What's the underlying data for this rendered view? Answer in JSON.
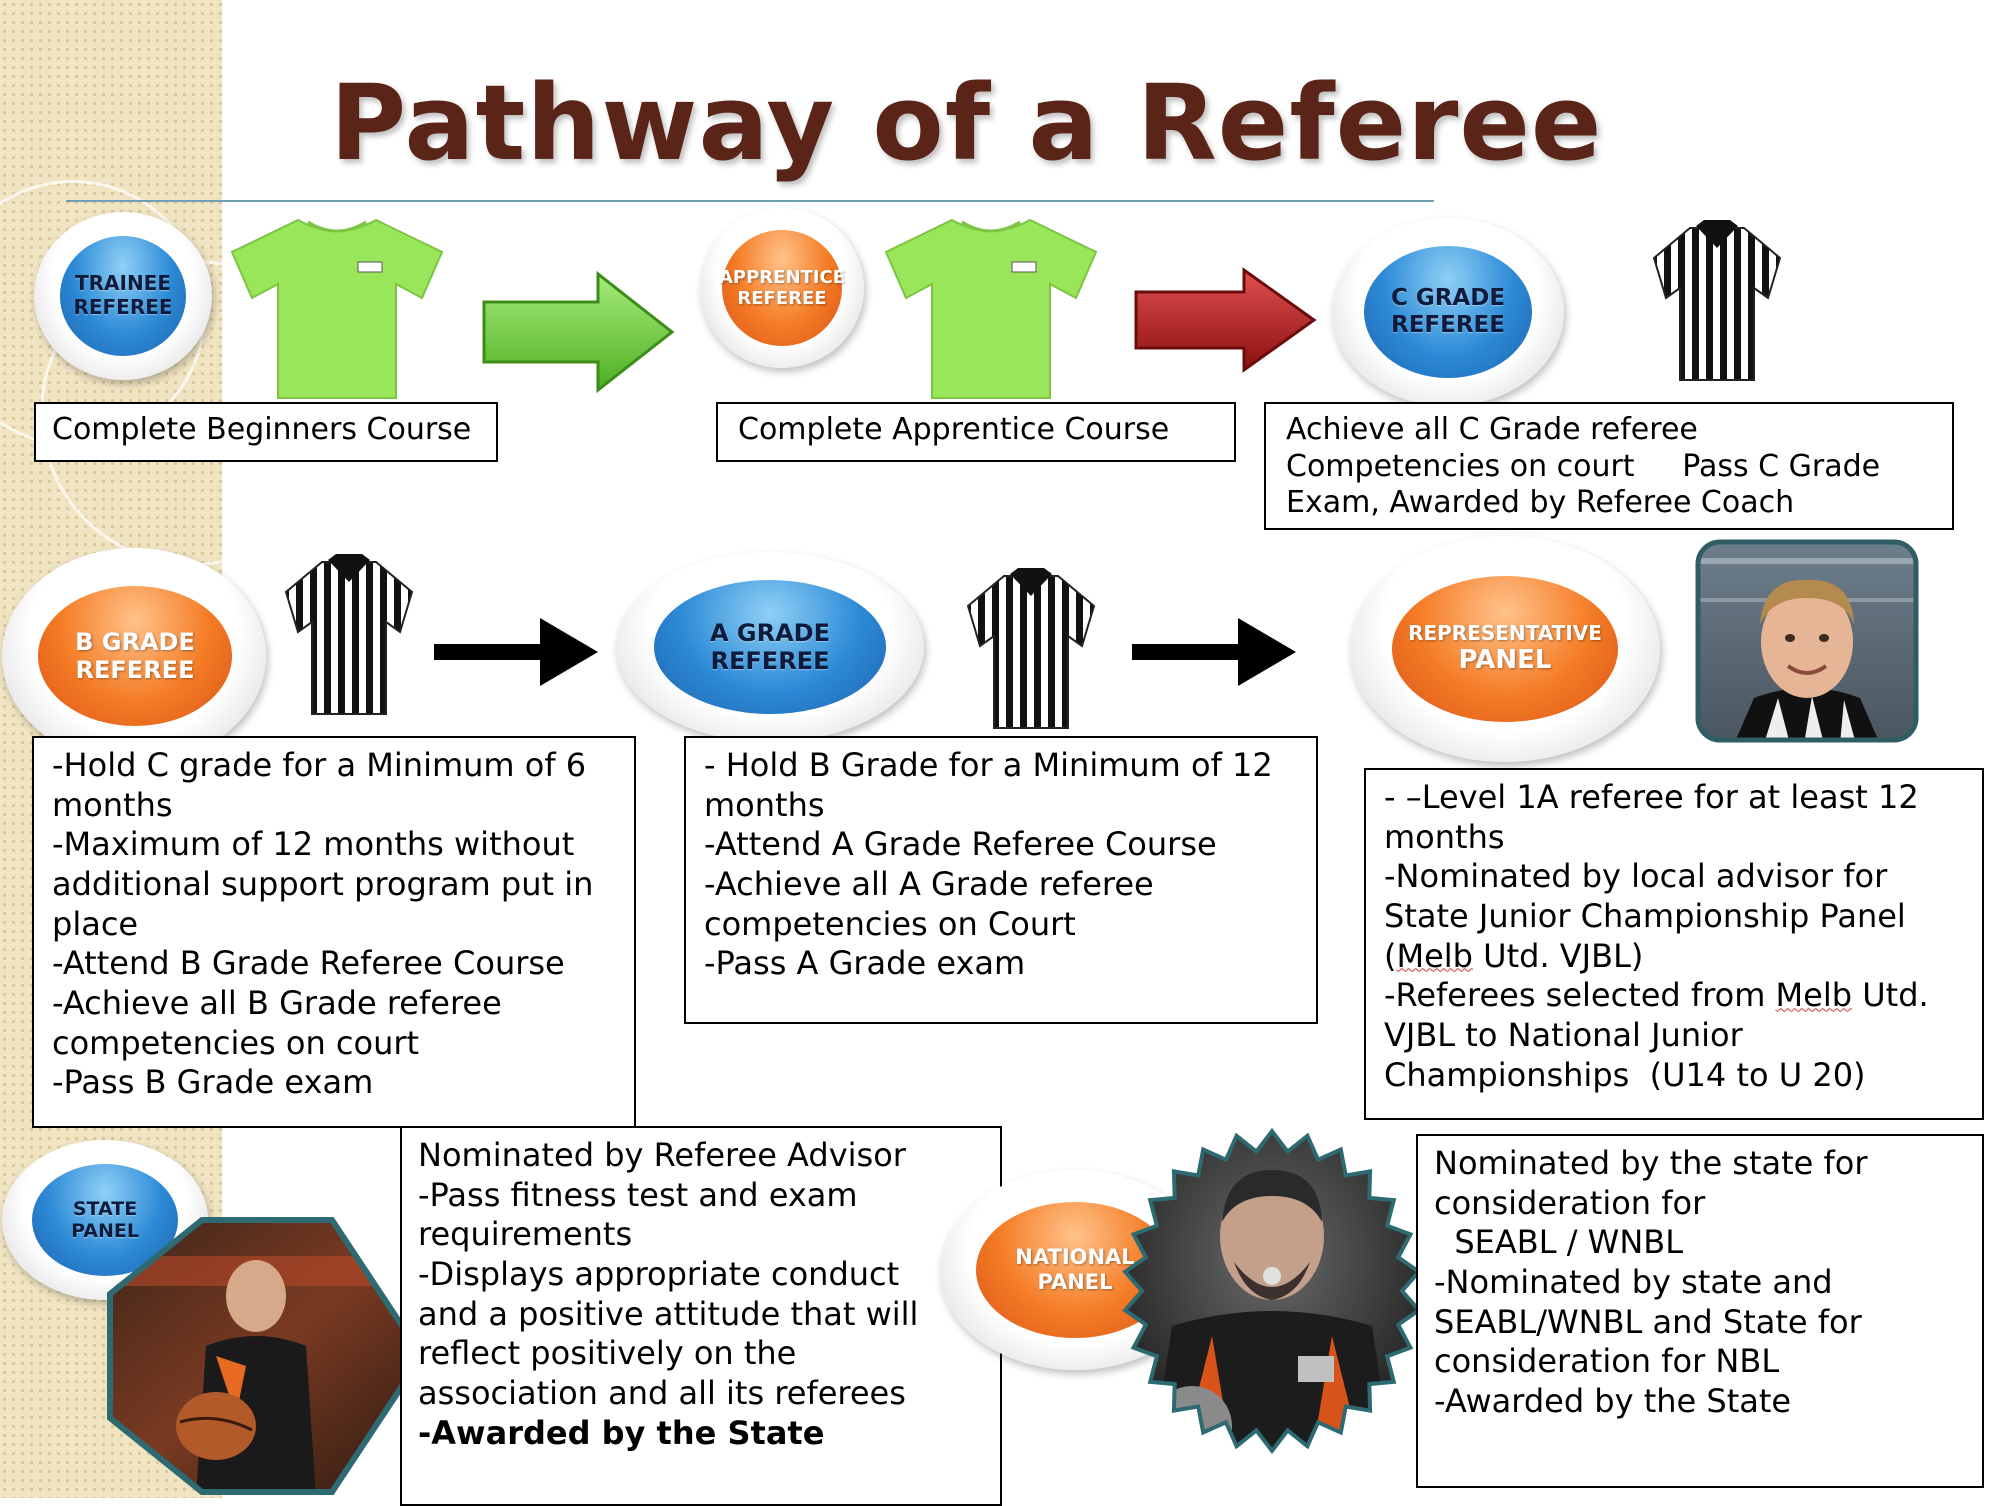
{
  "title": "Pathway of a Referee",
  "colors": {
    "title": "#5a2418",
    "blue_badge": "#2c8ad6",
    "orange_badge": "#f47b24",
    "green_shirt": "#9ae65a",
    "green_arrow": "#7bd443",
    "red_arrow": "#b32020"
  },
  "stages": {
    "trainee": {
      "line1": "TRAINEE",
      "line2": "REFEREE",
      "box": [
        "Complete Beginners Course"
      ]
    },
    "apprentice": {
      "line1": "APPRENTICE",
      "line2": "REFEREE",
      "box": [
        "Complete Apprentice Course"
      ]
    },
    "c_grade": {
      "line1": "C GRADE",
      "line2": "REFEREE",
      "box": [
        "Achieve all C Grade referee",
        "Competencies on court     Pass C Grade",
        "Exam, Awarded by Referee Coach"
      ]
    },
    "b_grade": {
      "line1": "B GRADE",
      "line2": "REFEREE",
      "box": [
        "-Hold C grade for a Minimum of 6",
        "months",
        "-Maximum of 12 months without",
        "additional support program put in",
        "place",
        "-Attend B Grade Referee Course",
        "-Achieve all B Grade referee",
        "competencies on court",
        "-Pass B Grade exam"
      ]
    },
    "a_grade": {
      "line1": "A GRADE",
      "line2": "REFEREE",
      "box": [
        "- Hold B Grade for a Minimum of 12",
        "months",
        "-Attend A Grade Referee Course",
        "-Achieve all A Grade referee",
        "competencies on Court",
        "-Pass A Grade exam"
      ]
    },
    "representative": {
      "line1": "REPRESENTATIVE",
      "line2": "PANEL",
      "box": {
        "l1": "- –Level 1A referee for at least 12",
        "l2": "months",
        "l3": "-Nominated by local advisor for",
        "l4": "State Junior Championship Panel",
        "l5_pre": "(",
        "l5_wavy": "Melb",
        "l5_post": " Utd. VJBL)",
        "l6_pre": "-Referees selected from ",
        "l6_wavy": "Melb",
        "l6_post": " Utd.",
        "l7": "VJBL to National Junior",
        "l8": "Championships  (U14 to U 20)"
      }
    },
    "state": {
      "line1": "STATE",
      "line2": "PANEL",
      "box": [
        "Nominated by Referee Advisor",
        "-Pass fitness test and exam",
        "requirements",
        "-Displays appropriate conduct",
        "and a positive attitude that will",
        "reflect positively on the",
        "association and all its referees"
      ],
      "box_bold": "-Awarded by the State"
    },
    "national": {
      "line1": "NATIONAL",
      "line2": "PANEL",
      "box": [
        "Nominated by the state for",
        "consideration for",
        "  SEABL / WNBL",
        "-Nominated by state and",
        "SEABL/WNBL and State for",
        "consideration for NBL",
        "-Awarded by the State"
      ]
    }
  }
}
